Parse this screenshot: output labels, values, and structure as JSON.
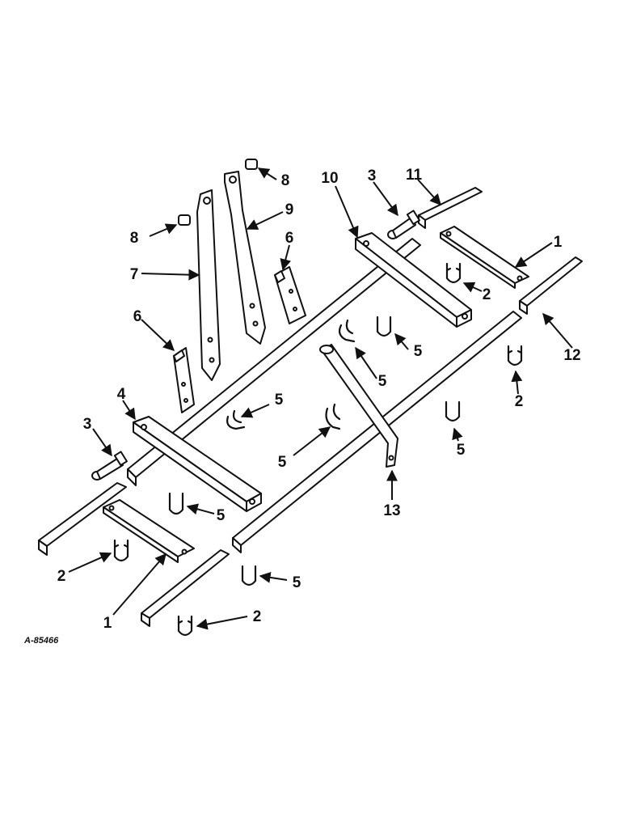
{
  "figure_id": "A-85466",
  "colors": {
    "ink": "#111111",
    "paper": "#ffffff"
  },
  "callouts": {
    "c1a": "1",
    "c1b": "1",
    "c2a": "2",
    "c2b": "2",
    "c2c": "2",
    "c2d": "2",
    "c3a": "3",
    "c3b": "3",
    "c4": "4",
    "c5a": "5",
    "c5b": "5",
    "c5c": "5",
    "c5d": "5",
    "c5e": "5",
    "c5f": "5",
    "c5g": "5",
    "c6a": "6",
    "c6b": "6",
    "c7": "7",
    "c8a": "8",
    "c8b": "8",
    "c9": "9",
    "c10": "10",
    "c11": "11",
    "c12": "12",
    "c13": "13"
  }
}
